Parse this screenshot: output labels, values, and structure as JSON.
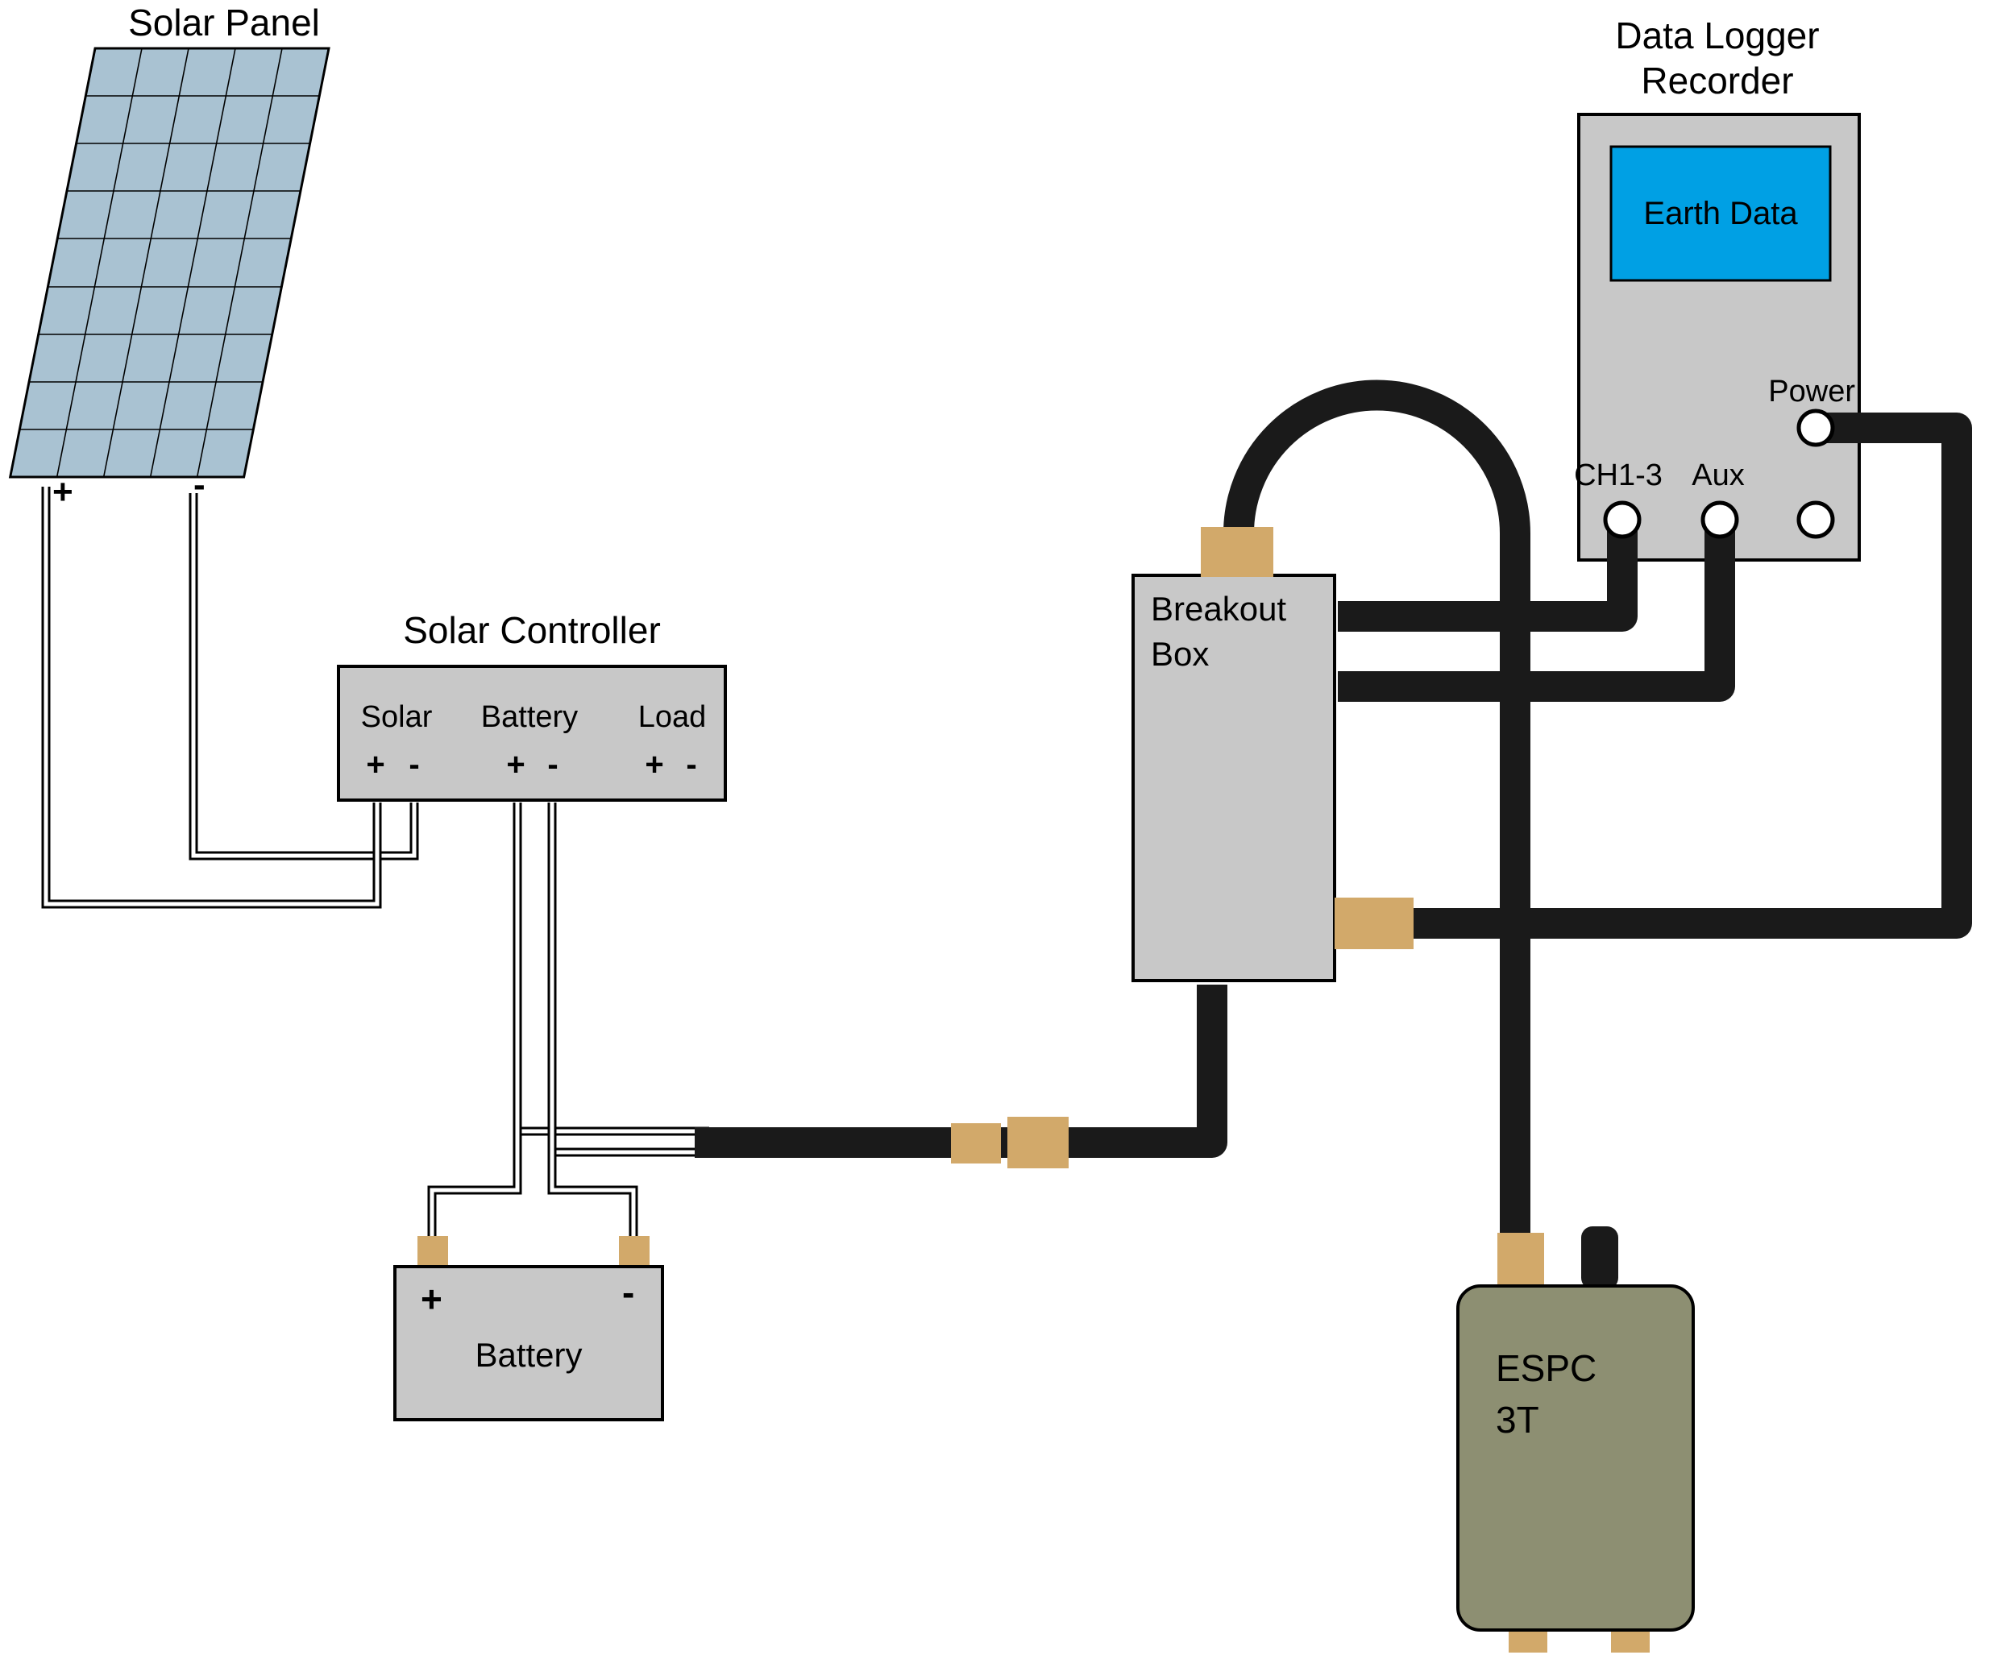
{
  "colors": {
    "background": "#ffffff",
    "panel_blue": "#a9c2d2",
    "box_gray": "#c8c8c8",
    "screen_blue": "#00a0e4",
    "connector_tan": "#d2a96a",
    "espc_olive": "#8d8f72",
    "cable_black": "#1a1a1a",
    "port_white": "#ffffff",
    "knob_black": "#1a1a1a"
  },
  "solar_panel": {
    "title": "Solar Panel",
    "plus": "+",
    "minus": "-"
  },
  "solar_controller": {
    "title": "Solar Controller",
    "solar_label": "Solar",
    "battery_label": "Battery",
    "load_label": "Load",
    "plus": "+",
    "minus": "-"
  },
  "battery": {
    "title": "Battery",
    "plus": "+",
    "minus": "-"
  },
  "breakout_box": {
    "title_line1": "Breakout",
    "title_line2": "Box"
  },
  "data_logger": {
    "title_line1": "Data Logger",
    "title_line2": "Recorder",
    "screen_text": "Earth Data",
    "power_label": "Power",
    "ch_label": "CH1-3",
    "aux_label": "Aux"
  },
  "espc": {
    "line1": "ESPC",
    "line2": "3T"
  }
}
